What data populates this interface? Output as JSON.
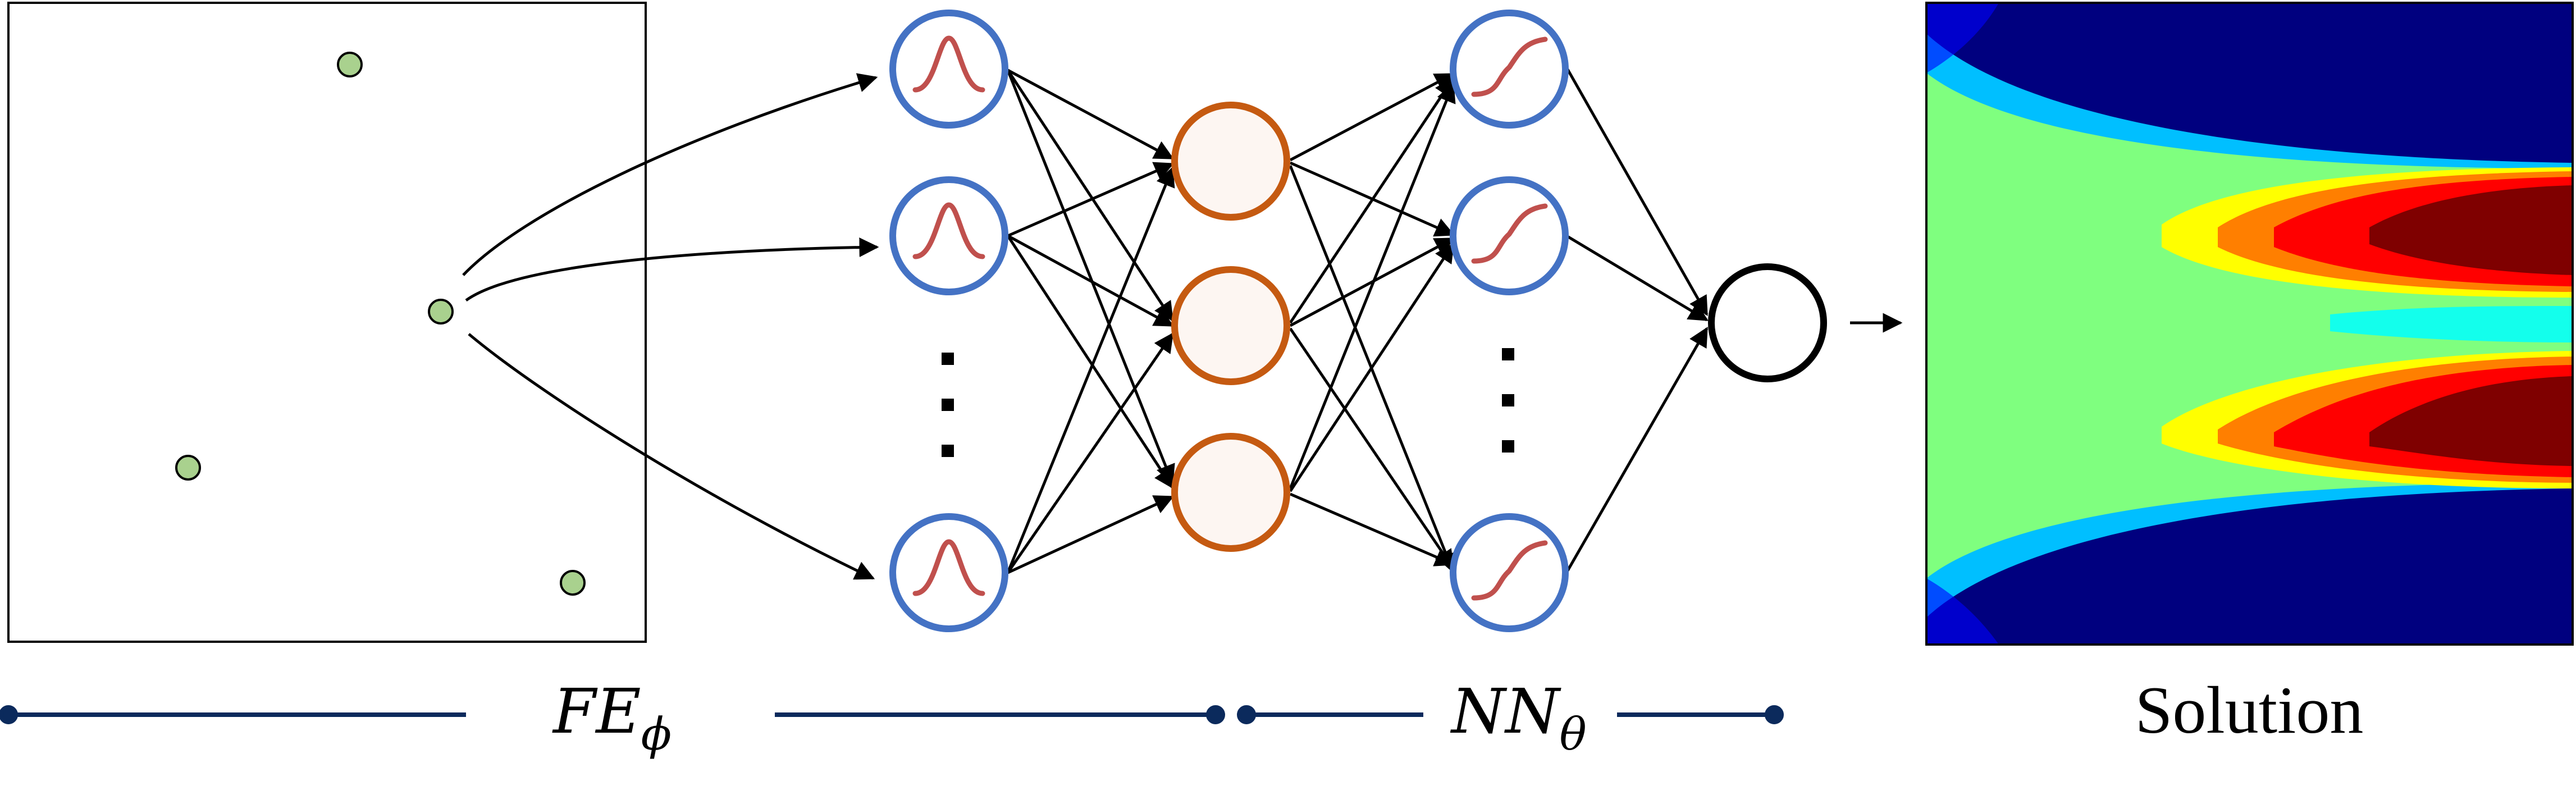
{
  "labels": {
    "fe_main": "FE",
    "fe_sub": "ϕ",
    "nn_main": "NN",
    "nn_sub": "θ",
    "solution": "Solution"
  },
  "colors": {
    "background": "#ffffff",
    "outline": "#000000",
    "sample_point_fill": "#a9d18e",
    "input_node_stroke": "#4472c4",
    "activation_curve": "#c0504d",
    "hidden_node_stroke": "#c55a11",
    "hidden_node_fill": "#fdf6f2",
    "output_node_stroke": "#000000",
    "bracket_line": "#0b2a5c",
    "colormap": [
      "#00007f",
      "#0000ff",
      "#007fff",
      "#00ffff",
      "#7fff7f",
      "#ffff00",
      "#ff7f00",
      "#ff0000",
      "#7f0000"
    ]
  },
  "icons": {
    "gaussian_basis": "bell-curve-icon",
    "sigmoid_activation": "sigmoid-curve-icon",
    "ellipsis": "vertical-ellipsis-icon"
  }
}
